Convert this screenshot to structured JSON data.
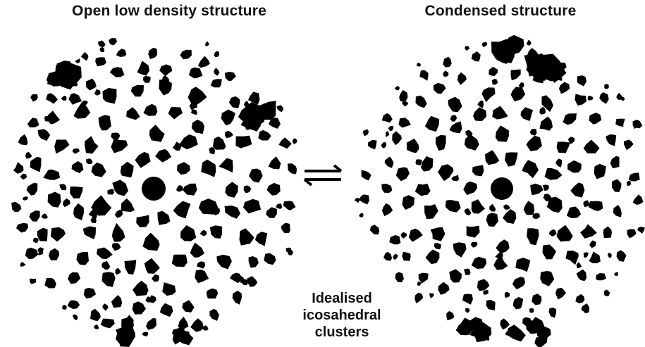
{
  "titles": {
    "left": "Open low density structure",
    "right": "Condensed structure"
  },
  "caption": {
    "line1": "Idealised",
    "line2": "icosahedral",
    "line3": "clusters"
  },
  "colors": {
    "atom_fill": "#000000",
    "background": "#ffffff"
  },
  "icons": {
    "equilibrium": "equilibrium-arrows-icon"
  }
}
